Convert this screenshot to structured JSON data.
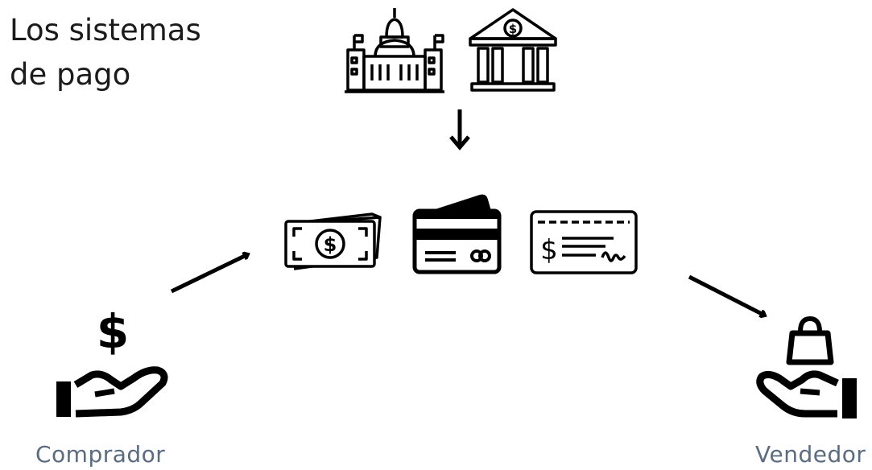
{
  "title": {
    "line1": "Los sistemas",
    "line2": "de pago"
  },
  "labels": {
    "buyer": "Comprador",
    "seller": "Vendedor"
  },
  "icons": [
    "capitol-icon",
    "bank-icon",
    "cash-icon",
    "credit-card-icon",
    "check-icon",
    "hand-dollar-icon",
    "hand-shopping-bag-icon"
  ],
  "colors": {
    "ink": "#000000",
    "label": "#5b6b80"
  }
}
